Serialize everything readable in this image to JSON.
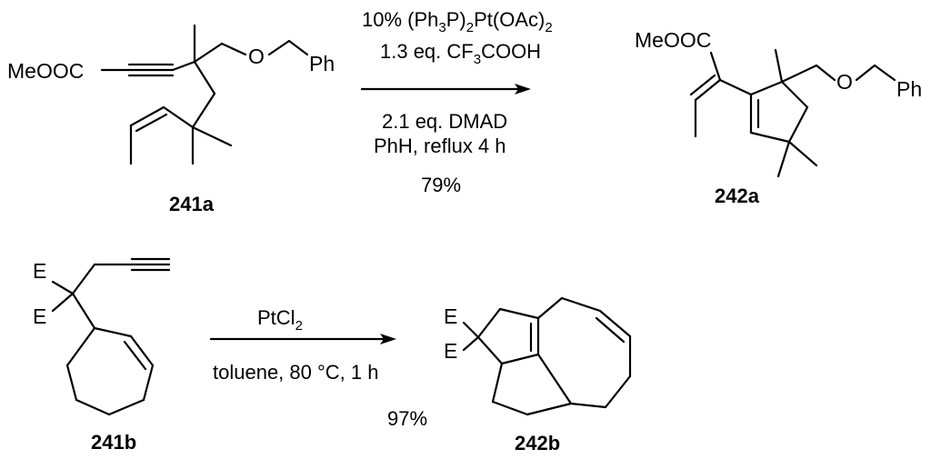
{
  "scheme1": {
    "reactant": {
      "id": "241a",
      "ester_label": "MeOOC",
      "oxygen_label": "O",
      "phenyl_label": "Ph"
    },
    "conditions": {
      "catalyst_prefix": "10% (Ph",
      "catalyst_sub1": "3",
      "catalyst_mid": "P)",
      "catalyst_sub2": "2",
      "catalyst_mid2": "Pt(OAc)",
      "catalyst_sub3": "2",
      "acid_prefix": "1.3 eq. CF",
      "acid_sub": "3",
      "acid_suffix": "COOH",
      "additive": "2.1 eq. DMAD",
      "solvent_time": "PhH, reflux 4 h",
      "yield": "79%"
    },
    "product": {
      "id": "242a",
      "ester_label": "MeOOC",
      "oxygen_label": "O",
      "phenyl_label": "Ph"
    }
  },
  "scheme2": {
    "reactant": {
      "id": "241b",
      "e_label_1": "E",
      "e_label_2": "E"
    },
    "conditions": {
      "catalyst_prefix": "PtCl",
      "catalyst_sub": "2",
      "solvent_temp_time": "toluene, 80 °C, 1 h",
      "yield": "97%"
    },
    "product": {
      "id": "242b",
      "e_label_1": "E",
      "e_label_2": "E"
    }
  }
}
